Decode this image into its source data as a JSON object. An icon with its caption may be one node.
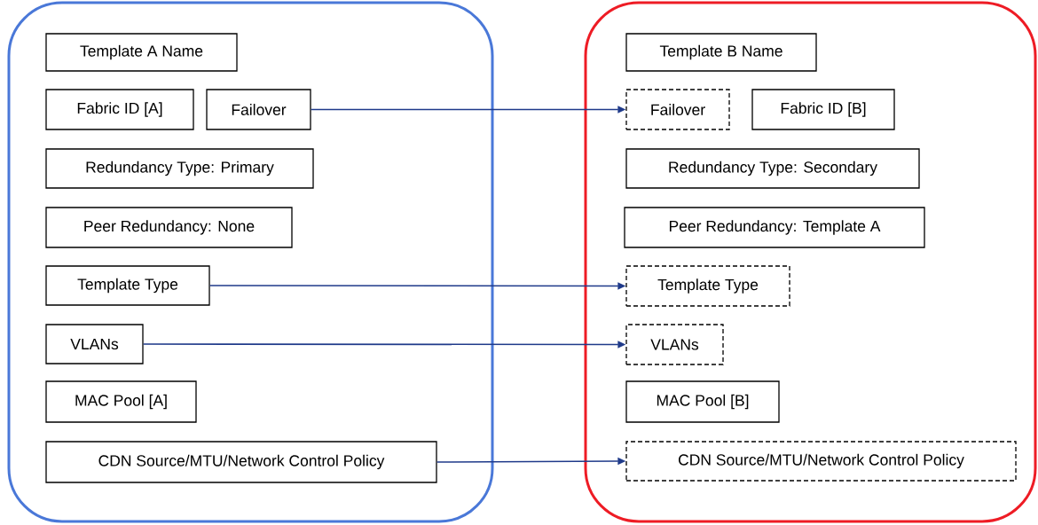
{
  "diagram": {
    "nodes": [
      {
        "text": [],
        "shape": "box"
      },
      {
        "text": [
          "Template A Name"
        ],
        "in": 0
      },
      {
        "text": [
          "Fabric ID [A]"
        ],
        "in": 0
      },
      {
        "text": [
          "Failover"
        ],
        "in": 0
      },
      {
        "text": [
          "Redundancy Type: Primary"
        ],
        "in": 0
      },
      {
        "text": [
          "Peer Redundancy: None"
        ],
        "in": 0
      },
      {
        "text": [
          "Template Type"
        ],
        "in": 0
      },
      {
        "text": [
          "VLANs"
        ],
        "in": 0
      },
      {
        "text": [
          "MAC Pool [A]"
        ],
        "in": 0
      },
      {
        "text": [
          "CDN Source/MTU/Network Control Policy"
        ],
        "in": 0
      },
      {
        "text": [],
        "shape": "box"
      },
      {
        "text": [
          "Template B Name"
        ],
        "in": 10
      },
      {
        "text": [
          "Failover"
        ],
        "in": 10
      },
      {
        "text": [
          "Fabric ID [B]"
        ],
        "in": 10
      },
      {
        "text": [
          "Redundancy Type: Secondary"
        ],
        "in": 10
      },
      {
        "text": [
          "Peer Redundancy: Template A"
        ],
        "in": 10
      },
      {
        "text": [
          "Template Type"
        ],
        "in": 10
      },
      {
        "text": [
          "VLANs"
        ],
        "in": 10
      },
      {
        "text": [
          "MAC Pool [B]"
        ],
        "in": 10
      },
      {
        "text": [
          "CDN Source/MTU/Network Control Policy"
        ],
        "in": 10
      }
    ],
    "edges": [
      {
        "from": 3,
        "to": 12,
        "arrow": "to"
      },
      {
        "from": 6,
        "to": 16,
        "arrow": "to"
      },
      {
        "from": 7,
        "to": 17,
        "arrow": "to"
      },
      {
        "from": 9,
        "to": 19,
        "arrow": "to"
      }
    ]
  }
}
